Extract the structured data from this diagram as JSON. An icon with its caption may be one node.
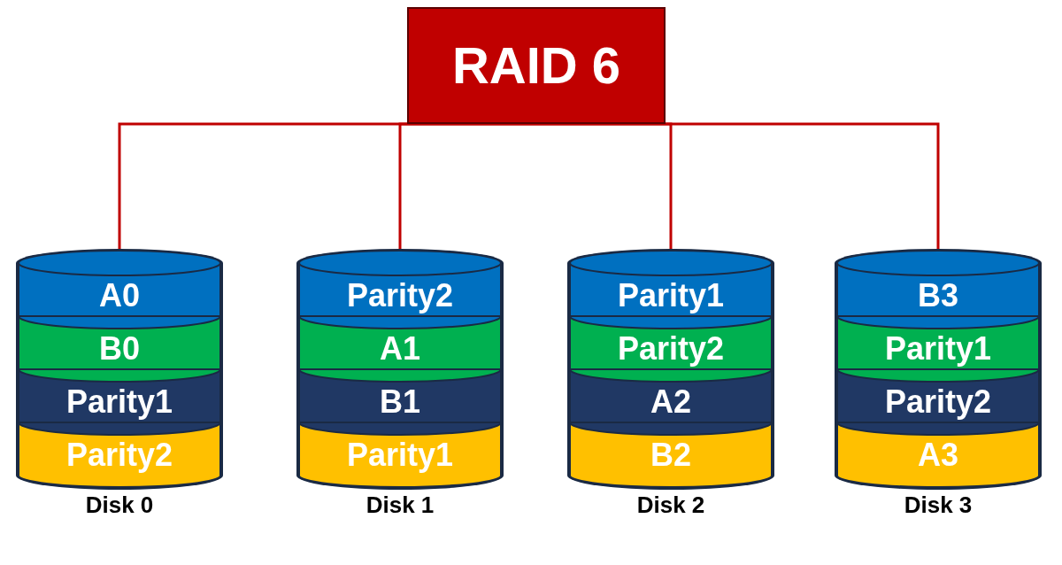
{
  "diagram": {
    "nodes": [
      {
        "text": [
          "RAID 6"
        ]
      },
      {
        "text": [],
        "shape": "cylinder",
        "beside": [
          "Disk 0"
        ]
      },
      {
        "text": [
          "A0"
        ],
        "in": 1
      },
      {
        "text": [
          "B0"
        ],
        "in": 1
      },
      {
        "text": [
          "Parity1"
        ],
        "in": 1
      },
      {
        "text": [
          "Parity2"
        ],
        "in": 1
      },
      {
        "text": [],
        "shape": "cylinder",
        "beside": [
          "Disk 1"
        ]
      },
      {
        "text": [
          "Parity2"
        ],
        "in": 6
      },
      {
        "text": [
          "A1"
        ],
        "in": 6
      },
      {
        "text": [
          "B1"
        ],
        "in": 6
      },
      {
        "text": [
          "Parity1"
        ],
        "in": 6
      },
      {
        "text": [],
        "shape": "cylinder",
        "beside": [
          "Disk 2"
        ]
      },
      {
        "text": [
          "Parity1"
        ],
        "in": 11
      },
      {
        "text": [
          "Parity2"
        ],
        "in": 11
      },
      {
        "text": [
          "A2"
        ],
        "in": 11
      },
      {
        "text": [
          "B2"
        ],
        "in": 11
      },
      {
        "text": [],
        "shape": "cylinder",
        "beside": [
          "Disk 3"
        ]
      },
      {
        "text": [
          "B3"
        ],
        "in": 16
      },
      {
        "text": [
          "Parity1"
        ],
        "in": 16
      },
      {
        "text": [
          "Parity2"
        ],
        "in": 16
      },
      {
        "text": [
          "A3"
        ],
        "in": 16
      }
    ],
    "edges": [
      {
        "from": 0,
        "to": 1,
        "arrow": "none",
        "color": "#c00000"
      },
      {
        "from": 0,
        "to": 6,
        "arrow": "none",
        "color": "#c00000"
      },
      {
        "from": 0,
        "to": 11,
        "arrow": "none",
        "color": "#c00000"
      },
      {
        "from": 0,
        "to": 16,
        "arrow": "none",
        "color": "#c00000"
      }
    ]
  }
}
